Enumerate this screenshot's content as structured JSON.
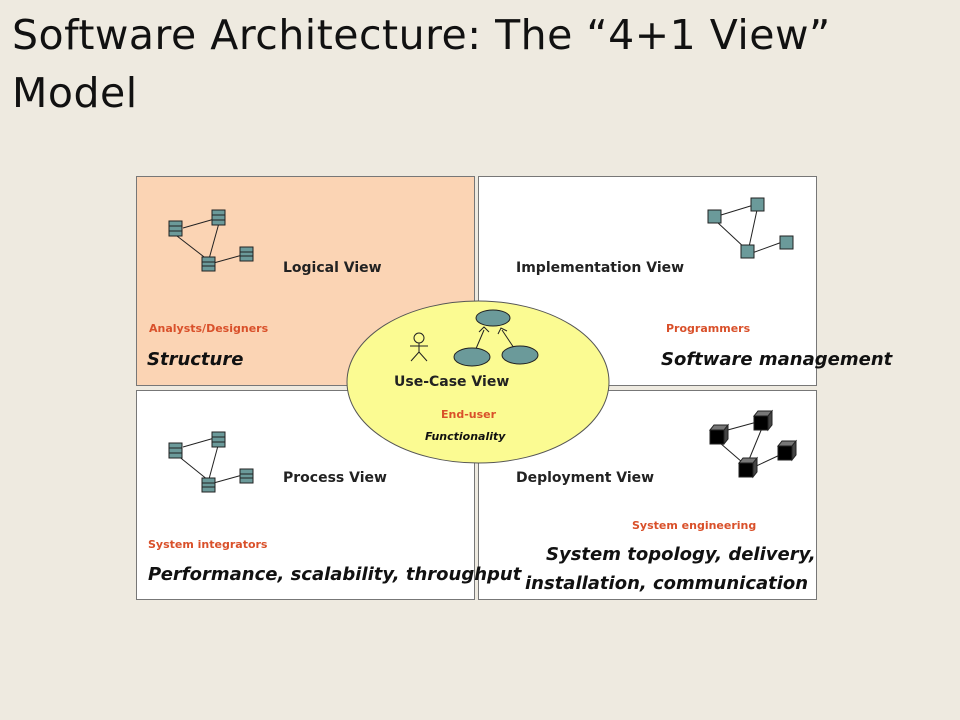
{
  "title": "Software Architecture: The “4+1 View” Model",
  "views": {
    "logical": {
      "name": "Logical View",
      "stakeholder": "Analysts/Designers",
      "concern": "Structure"
    },
    "implementation": {
      "name": "Implementation View",
      "stakeholder": "Programmers",
      "concern": "Software management"
    },
    "process": {
      "name": "Process View",
      "stakeholder": "System integrators",
      "concern": "Performance, scalability, throughput"
    },
    "deployment": {
      "name": "Deployment View",
      "stakeholder": "System engineering",
      "concern_line1": "System topology, delivery,",
      "concern_line2": "installation, communication"
    },
    "usecase": {
      "name": "Use-Case View",
      "stakeholder": "End-user",
      "concern": "Functionality"
    }
  },
  "colors": {
    "background": "#eeeae0",
    "logical_fill": "#fbd4b4",
    "usecase_fill": "#fbfb92",
    "node_fill": "#6b9a9a",
    "stakeholder_text": "#d9502a"
  },
  "icons": {
    "logical": "class-diagram-icon",
    "implementation": "component-diagram-icon",
    "process": "class-diagram-icon",
    "deployment": "node-diagram-icon",
    "usecase": "actor-usecase-icon"
  }
}
